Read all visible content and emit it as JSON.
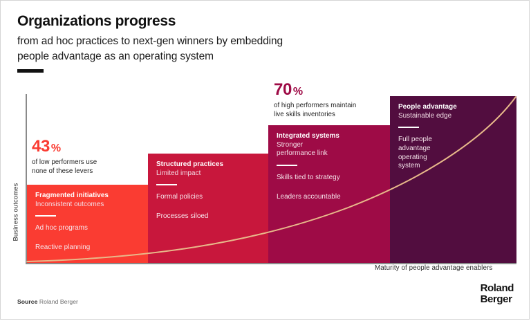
{
  "header": {
    "title": "Organizations progress",
    "subtitle_line1": "from ad hoc practices to next-gen winners by embedding",
    "subtitle_line2": "people advantage as an operating system"
  },
  "footer": {
    "source_label": "Source",
    "source_value": "Roland Berger",
    "logo_line1": "Roland",
    "logo_line2": "Berger"
  },
  "chart_data": {
    "type": "bar",
    "title": "Organizations progress",
    "subtitle": "from ad hoc practices to next-gen winners by embedding people advantage as an operating system",
    "xlabel": "Maturity of people advantage enablers",
    "ylabel": "Business outcomes",
    "grid": false,
    "legend": "none",
    "categories": [
      "Fragmented initiatives",
      "Structured practices",
      "Integrated systems",
      "People advantage"
    ],
    "values": [
      46,
      65,
      82,
      99
    ],
    "ylim": [
      0,
      100
    ],
    "colors": [
      "#FA3C32",
      "#C8173C",
      "#9E0B46",
      "#520D3F"
    ],
    "overlay_curve": {
      "type": "line",
      "label": "exponential growth curve",
      "color": "#E8B98A"
    },
    "bars": [
      {
        "index": 1,
        "title": "Fragmented initiatives",
        "subtitle": "Inconsistent outcomes",
        "items": [
          "Ad hoc programs",
          "Reactive planning"
        ],
        "color": "#FA3C32"
      },
      {
        "index": 2,
        "title": "Structured practices",
        "subtitle": "Limited impact",
        "items": [
          "Formal policies",
          "Processes siloed"
        ],
        "color": "#C8173C"
      },
      {
        "index": 3,
        "title": "Integrated systems",
        "subtitle": "Stronger\nperformance link",
        "items": [
          "Skills tied to strategy",
          "Leaders accountable"
        ],
        "color": "#9E0B46"
      },
      {
        "index": 4,
        "title": "People advantage",
        "subtitle": "Sustainable edge",
        "items": [
          "Full people\nadvantage\noperating\nsystem"
        ],
        "color": "#520D3F"
      }
    ],
    "annotations": [
      {
        "id": "stat-43",
        "number": "43",
        "unit": "%",
        "text": "of low performers use\nnone of these levers",
        "color": "#FA3C32"
      },
      {
        "id": "stat-70",
        "number": "70",
        "unit": "%",
        "text": "of high performers maintain\nlive skills inventories",
        "color": "#9E0B46"
      }
    ]
  }
}
